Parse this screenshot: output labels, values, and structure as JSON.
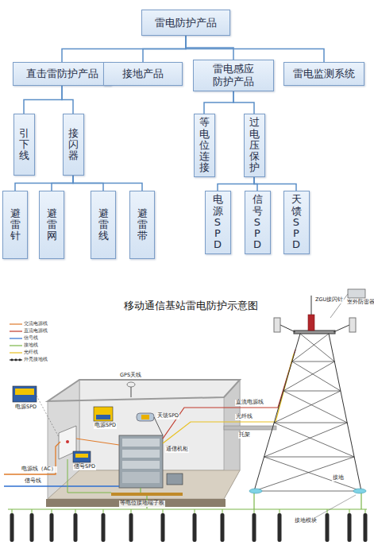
{
  "diagram": {
    "title": "移动通信基站雷电防护示意图",
    "nodes": [
      {
        "text": [
          "雷电防护产品"
        ]
      },
      {
        "text": [
          "直击雷防护产品"
        ]
      },
      {
        "text": [
          "接地产品"
        ]
      },
      {
        "text": [
          "雷电感应 防护产品"
        ]
      },
      {
        "text": [
          "雷电监测系统"
        ]
      },
      {
        "text": [
          "引下线"
        ]
      },
      {
        "text": [
          "接闪器"
        ]
      },
      {
        "text": [
          "等电位连接"
        ]
      },
      {
        "text": [
          "过电压保护"
        ]
      },
      {
        "text": [
          "避雷针"
        ]
      },
      {
        "text": [
          "避雷网"
        ]
      },
      {
        "text": [
          "避雷线"
        ]
      },
      {
        "text": [
          "避雷带"
        ]
      },
      {
        "text": [
          "电源SPD"
        ]
      },
      {
        "text": [
          "信号SPD"
        ]
      },
      {
        "text": [
          "天馈SPD"
        ]
      }
    ],
    "edges": [
      {
        "from": 0,
        "to": 1,
        "arrow": "none"
      },
      {
        "from": 0,
        "to": 2,
        "arrow": "none"
      },
      {
        "from": 0,
        "to": 3,
        "arrow": "none"
      },
      {
        "from": 0,
        "to": 4,
        "arrow": "none"
      },
      {
        "from": 1,
        "to": 5,
        "arrow": "none"
      },
      {
        "from": 1,
        "to": 6,
        "arrow": "none"
      },
      {
        "from": 6,
        "to": 9,
        "arrow": "none"
      },
      {
        "from": 6,
        "to": 10,
        "arrow": "none"
      },
      {
        "from": 6,
        "to": 11,
        "arrow": "none"
      },
      {
        "from": 6,
        "to": 12,
        "arrow": "none"
      },
      {
        "from": 3,
        "to": 7,
        "arrow": "none"
      },
      {
        "from": 3,
        "to": 8,
        "arrow": "none"
      },
      {
        "from": 8,
        "to": 13,
        "arrow": "none"
      },
      {
        "from": 8,
        "to": 14,
        "arrow": "none"
      },
      {
        "from": 8,
        "to": 15,
        "arrow": "none"
      }
    ],
    "labels": [
      "ZGU接闪针",
      "室外防雷器",
      "GPS天线",
      "电源SPD",
      "电源SPD",
      "天馈SPD",
      "通信机柜",
      "直流电源线",
      "光纤线",
      "托架",
      "电源线（AC）",
      "信号线",
      "信号SPD",
      "等电位接地端子板",
      "接地",
      "接地模块"
    ],
    "legend": [
      {
        "text": "交流电源线"
      },
      {
        "text": "直流电源线"
      },
      {
        "text": "信号线"
      },
      {
        "text": "接地线"
      },
      {
        "text": "光纤线"
      },
      {
        "text": "外壳接地线"
      }
    ]
  }
}
